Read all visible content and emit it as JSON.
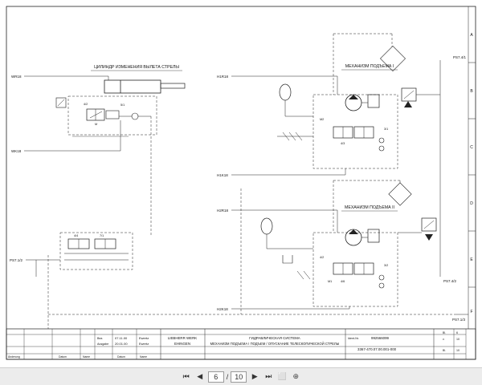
{
  "diagram": {
    "title_boom": "ЦИЛИНДР ИЗМЕНЕНИЯ ВЫЛЕТА СТРЕЛЫ",
    "title_hoist1": "МЕХАНИЗМ ПОДЪЕМА I",
    "title_hoist2": "МЕХАНИЗМ ПОДЪЕМА II",
    "line_labels": {
      "w_left": "WR18",
      "k_left": "WK18",
      "h_top": "H1R18",
      "h_mid": "H1K18",
      "b_mid": "H2R18",
      "b_bot": "H2K18",
      "p_left": "PS7.1/2",
      "p_right_top": "PS7.4/1",
      "p_right_mid": "PS7.4/2",
      "p_right_bot": "PS7.1/3"
    },
    "frame_letters": [
      "A",
      "B",
      "C",
      "D",
      "E",
      "F"
    ],
    "component_labels": [
      "4/2",
      "M",
      "5/1",
      "4/4",
      "7/1",
      "M2",
      "4/3",
      "3/1",
      "4/2",
      "M1",
      "4/6",
      "3/2"
    ]
  },
  "title_block": {
    "col_headers": [
      "Änderung",
      "Datum",
      "Name",
      "Datum",
      "Name"
    ],
    "row1_label": "Bea",
    "row1_date": "07.11.00",
    "row1_name": "Ewertz",
    "row2_label": "Ausgabe",
    "row2_date": "20.01.00",
    "row2_name": "Ewertz",
    "company_line1": "LIEBHERR WERK",
    "company_line2": "EHINGEN",
    "desc_line1": "ГИДРАВЛИЧЕСКАЯ СИСТЕМА",
    "desc_line2": "МЕХАНИЗМ ПОДЪЕМА I ПОДЪЕМ / ОПУСКАНИЕ ТЕЛЕСКОПИЧЕСКОЙ СТРЕЛЫ",
    "ident_label": "Ident-Nr.",
    "ident_value": "992566099",
    "drawing_number": "3367-470.07.00.001-000",
    "sheet_labels": [
      "Bl.",
      "v.",
      "Bl."
    ],
    "sheet_values": [
      "6",
      "10",
      "10"
    ]
  },
  "viewer": {
    "current_page": "6",
    "page_separator": "/",
    "total_pages": "10",
    "icons": [
      "first-page-icon",
      "prev-page-icon",
      "next-page-icon",
      "last-page-icon",
      "fit-page-icon",
      "zoom-icon"
    ]
  }
}
